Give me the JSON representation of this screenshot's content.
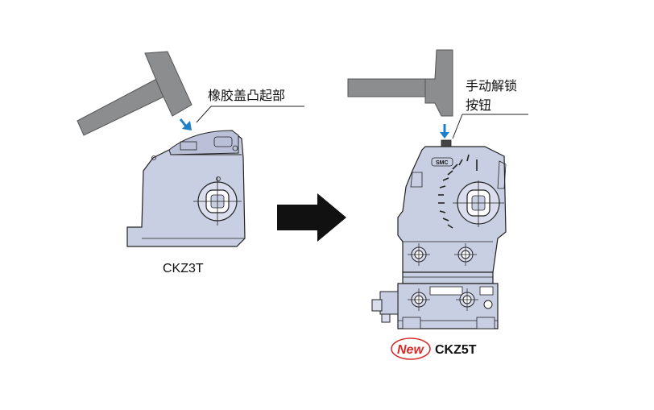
{
  "left_unit": {
    "model_label": "CKZ3T",
    "callout_label": "橡胶盖凸起部"
  },
  "right_unit": {
    "model_label": "CKZ5T",
    "new_badge": "New",
    "callout_label_line1": "手动解锁",
    "callout_label_line2": "按钮",
    "brand_mark": "SMC"
  },
  "colors": {
    "hammer": "#8c8d8f",
    "body_fill": "#c9cfe3",
    "outline": "#222222",
    "down_arrow": "#1f7fc7",
    "transition_arrow": "#111111",
    "new_badge_red": "#d72b2b"
  },
  "icons": {
    "left_hammer": "hammer-icon",
    "right_hammer": "hammer-icon",
    "transition_arrow": "arrow-right-icon"
  }
}
